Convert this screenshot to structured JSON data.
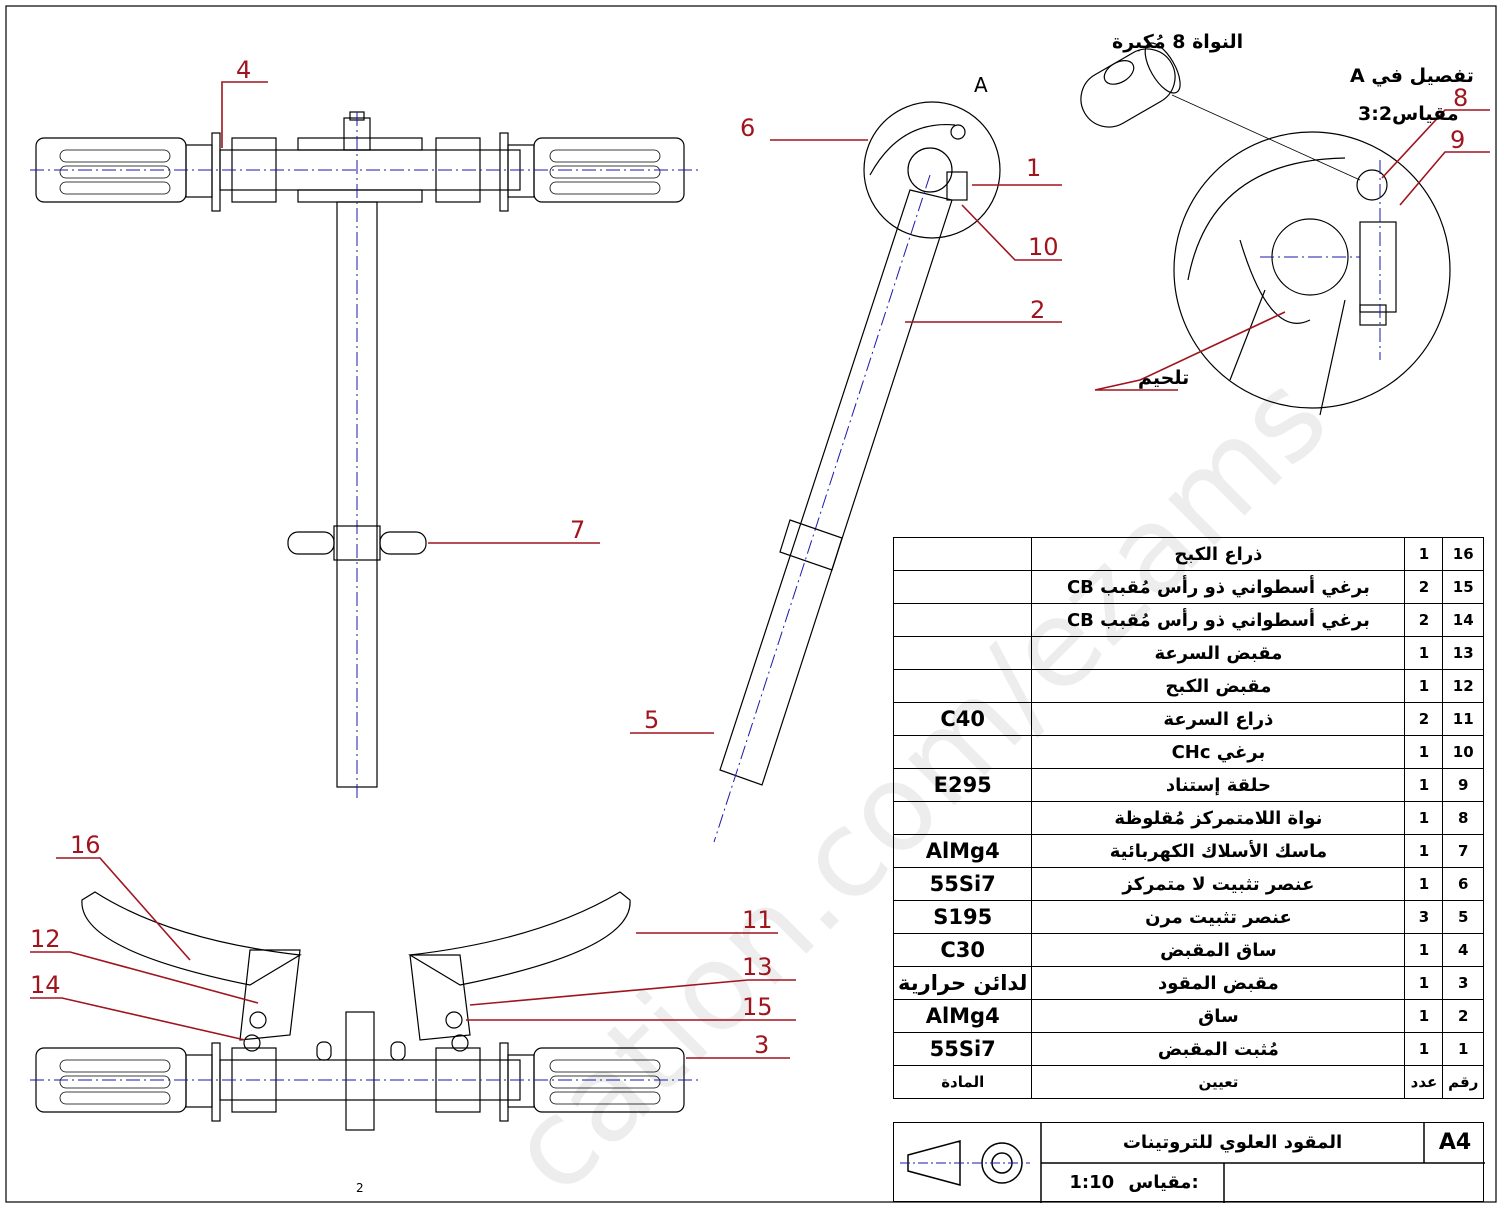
{
  "drawing": {
    "part_labels": [
      "1",
      "2",
      "3",
      "4",
      "5",
      "6",
      "7",
      "8",
      "9",
      "10",
      "11",
      "12",
      "13",
      "14",
      "15",
      "16"
    ],
    "annotations": {
      "enlarged_core": "النواة 8 مُكبرة",
      "detail_view_letter": "A",
      "detail_title": "تفصيل في A",
      "detail_scale": "مقياس3:2",
      "welding": "تلحيم",
      "page_number": "2"
    },
    "watermark": "cation.com/ezams"
  },
  "bom": {
    "rows": [
      {
        "num": "16",
        "qty": "1",
        "designation": "ذراع الكبح",
        "material": ""
      },
      {
        "num": "15",
        "qty": "2",
        "designation": "برغي أسطواني ذو رأس مُقبب CB",
        "material": ""
      },
      {
        "num": "14",
        "qty": "2",
        "designation": "برغي أسطواني ذو رأس مُقبب CB",
        "material": ""
      },
      {
        "num": "13",
        "qty": "1",
        "designation": "مقبض السرعة",
        "material": ""
      },
      {
        "num": "12",
        "qty": "1",
        "designation": "مقبض الكبح",
        "material": ""
      },
      {
        "num": "11",
        "qty": "2",
        "designation": "ذراع السرعة",
        "material": "C40"
      },
      {
        "num": "10",
        "qty": "1",
        "designation": "برغي CHc",
        "material": ""
      },
      {
        "num": "9",
        "qty": "1",
        "designation": "حلقة إستناد",
        "material": "E295"
      },
      {
        "num": "8",
        "qty": "1",
        "designation": "نواة اللامتمركز مُقلوظة",
        "material": ""
      },
      {
        "num": "7",
        "qty": "1",
        "designation": "ماسك الأسلاك الكهربائية",
        "material": "AlMg4"
      },
      {
        "num": "6",
        "qty": "1",
        "designation": "عنصر تثبيت لا متمركز",
        "material": "55Si7"
      },
      {
        "num": "5",
        "qty": "3",
        "designation": "عنصر تثبيت مرن",
        "material": "S195"
      },
      {
        "num": "4",
        "qty": "1",
        "designation": "ساق المقبض",
        "material": "C30"
      },
      {
        "num": "3",
        "qty": "1",
        "designation": "مقبض المقود",
        "material": "لدائن حرارية"
      },
      {
        "num": "2",
        "qty": "1",
        "designation": "ساق",
        "material": "AlMg4"
      },
      {
        "num": "1",
        "qty": "1",
        "designation": "مُثبت المقبض",
        "material": "55Si7"
      }
    ],
    "header": {
      "num": "رقم",
      "qty": "عدد",
      "designation": "تعيين",
      "material": "المادة"
    }
  },
  "title_block": {
    "sheet_format": "A4",
    "title": "المقود العلوي للتروتينات",
    "scale_label": "مقياس:",
    "scale_value": "1:10"
  }
}
